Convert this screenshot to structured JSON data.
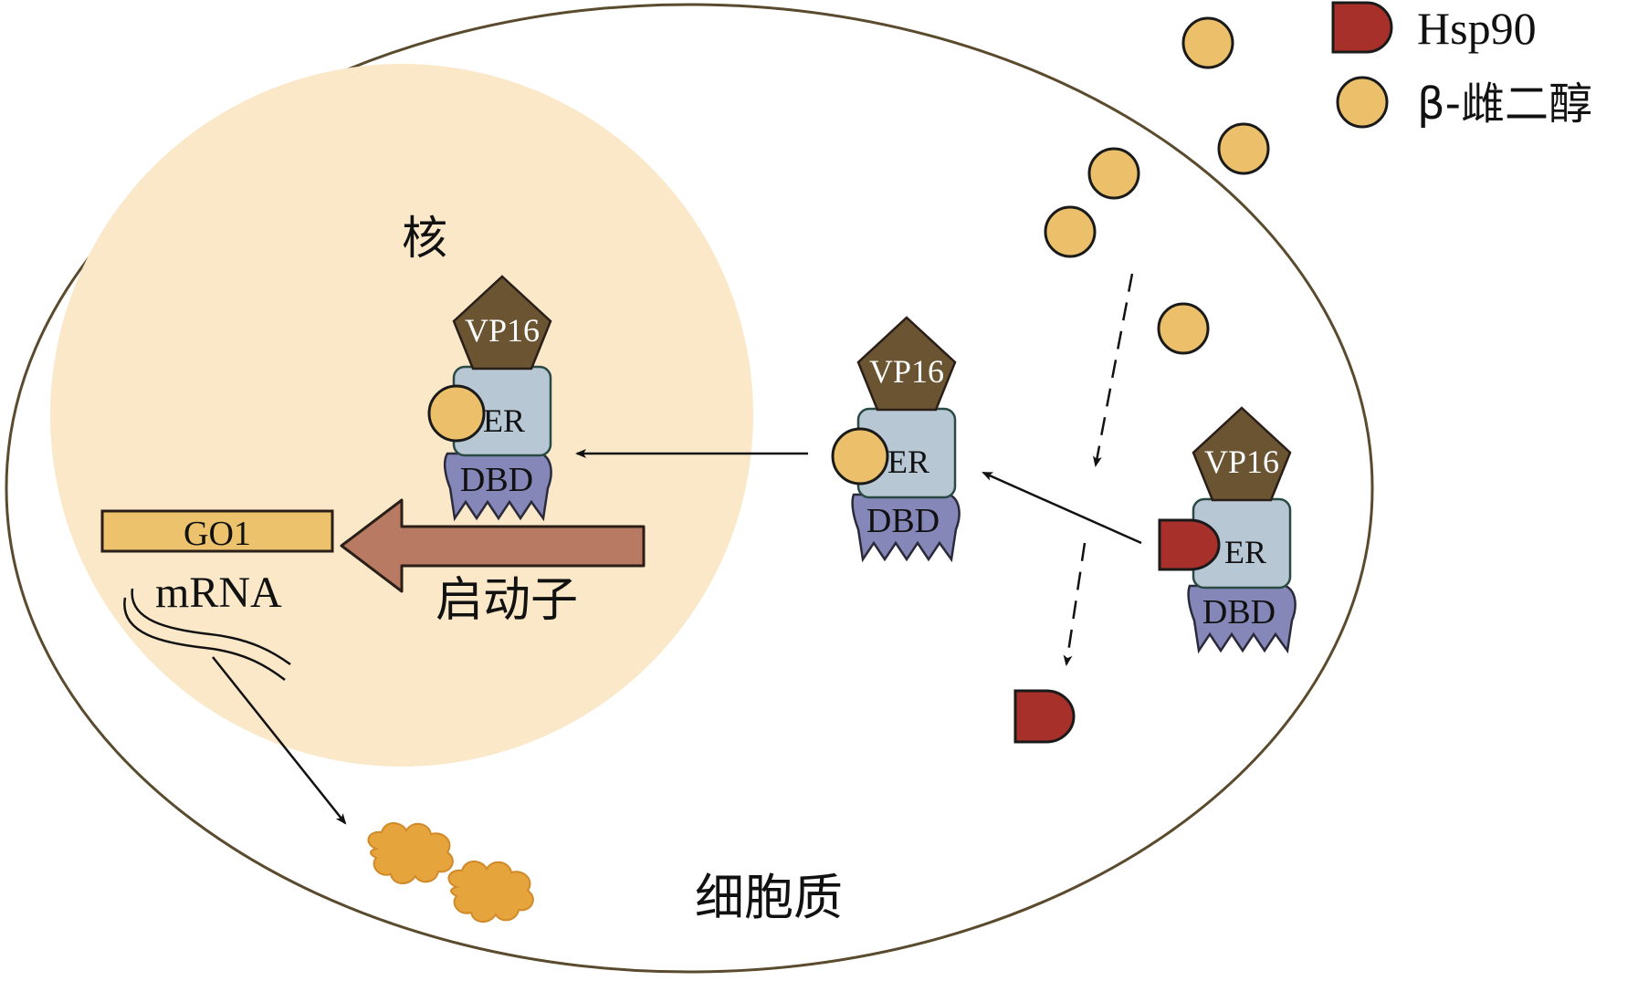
{
  "legend": {
    "hsp90_label": "Hsp90",
    "estradiol_label": "β-雌二醇"
  },
  "labels": {
    "nucleus": "核",
    "cytoplasm": "细胞质",
    "promoter": "启动子",
    "gene": "GO1",
    "mrna": "mRNA"
  },
  "complex": {
    "vp16": "VP16",
    "er": "ER",
    "dbd": "DBD"
  },
  "colors": {
    "cell_border": "#5a4a2e",
    "nucleus_fill": "#fae8c9",
    "vp16": "#6b5432",
    "er": "#b7c7d4",
    "dbd": "#8587b8",
    "hsp90": "#a8302a",
    "estradiol": "#ecc06b",
    "gene_box": "#edc26d",
    "promoter_arrow": "#b87a62",
    "protein": "#e6a43c"
  }
}
